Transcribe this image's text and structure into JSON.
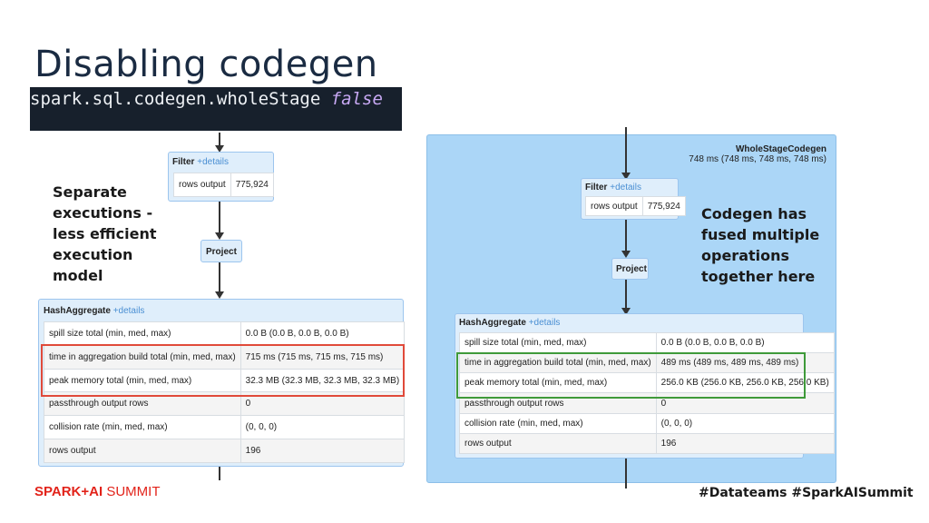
{
  "slide": {
    "title": "Disabling codegen",
    "code_prefix": "spark.sql.codegen.wholeStage ",
    "code_value": "false"
  },
  "left": {
    "filter": {
      "title": "Filter",
      "details": "+details",
      "rows_label": "rows output",
      "rows_value": "775,924"
    },
    "project": {
      "title": "Project"
    },
    "note": [
      "Separate",
      "executions -",
      "less efficient",
      "execution",
      "model"
    ],
    "hashagg": {
      "title": "HashAggregate",
      "details": "+details",
      "rows": [
        {
          "k": "spill size total (min, med, max)",
          "v": "0.0 B (0.0 B, 0.0 B, 0.0 B)"
        },
        {
          "k": "time in aggregation build total (min, med, max)",
          "v": "715 ms (715 ms, 715 ms, 715 ms)"
        },
        {
          "k": "peak memory total (min, med, max)",
          "v": "32.3 MB (32.3 MB, 32.3 MB, 32.3 MB)"
        },
        {
          "k": "passthrough output rows",
          "v": "0"
        },
        {
          "k": "collision rate (min, med, max)",
          "v": "(0, 0, 0)"
        },
        {
          "k": "rows output",
          "v": "196"
        }
      ]
    }
  },
  "right": {
    "wsc_title": "WholeStageCodegen",
    "wsc_time": "748 ms (748 ms, 748 ms, 748 ms)",
    "filter": {
      "title": "Filter",
      "details": "+details",
      "rows_label": "rows output",
      "rows_value": "775,924"
    },
    "project": {
      "title": "Project"
    },
    "note": [
      "Codegen has",
      "fused multiple",
      "operations",
      "together here"
    ],
    "hashagg": {
      "title": "HashAggregate",
      "details": "+details",
      "rows": [
        {
          "k": "spill size total (min, med, max)",
          "v": "0.0 B (0.0 B, 0.0 B, 0.0 B)"
        },
        {
          "k": "time in aggregation build total (min, med, max)",
          "v": "489 ms (489 ms, 489 ms, 489 ms)"
        },
        {
          "k": "peak memory total (min, med, max)",
          "v": "256.0 KB (256.0 KB, 256.0 KB, 256.0 KB)"
        },
        {
          "k": "passthrough output rows",
          "v": "0"
        },
        {
          "k": "collision rate (min, med, max)",
          "v": "(0, 0, 0)"
        },
        {
          "k": "rows output",
          "v": "196"
        }
      ]
    }
  },
  "footer": {
    "logo_bold": "SPARK+AI",
    "logo_rest": " SUMMIT",
    "hashtags": "#Datateams  #SparkAISummit"
  },
  "colors": {
    "highlight_red": "#e04a3a",
    "highlight_green": "#3f9a3a",
    "logo_red": "#e2231a"
  }
}
